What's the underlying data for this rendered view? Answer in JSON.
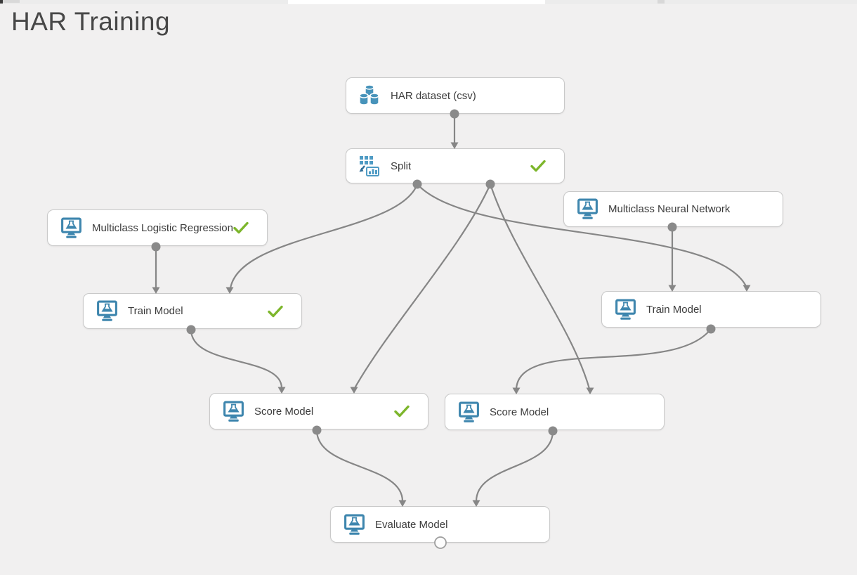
{
  "page": {
    "title": "HAR Training"
  },
  "colors": {
    "canvas_bg": "#f1f0f0",
    "node_bg": "#ffffff",
    "node_border": "#c9c9c9",
    "icon_blue": "#3e86ae",
    "icon_light_blue": "#4f9bc4",
    "check_green": "#7db62c",
    "edge_gray": "#868686"
  },
  "canvas": {
    "nodes": [
      {
        "id": "har-dataset",
        "label": "HAR dataset (csv)",
        "icon": "dataset-icon",
        "completed": false
      },
      {
        "id": "split",
        "label": "Split",
        "icon": "split-icon",
        "completed": true
      },
      {
        "id": "multiclass-logistic-regression",
        "label": "Multiclass Logistic Regression",
        "icon": "experiment-icon",
        "completed": true
      },
      {
        "id": "multiclass-neural-network",
        "label": "Multiclass Neural Network",
        "icon": "experiment-icon",
        "completed": false
      },
      {
        "id": "train-model-left",
        "label": "Train Model",
        "icon": "experiment-icon",
        "completed": true
      },
      {
        "id": "train-model-right",
        "label": "Train Model",
        "icon": "experiment-icon",
        "completed": false
      },
      {
        "id": "score-model-left",
        "label": "Score Model",
        "icon": "experiment-icon",
        "completed": true
      },
      {
        "id": "score-model-right",
        "label": "Score Model",
        "icon": "experiment-icon",
        "completed": false
      },
      {
        "id": "evaluate-model",
        "label": "Evaluate Model",
        "icon": "experiment-icon",
        "completed": false
      }
    ],
    "edges": [
      {
        "from": "har-dataset.output",
        "to": "split.input"
      },
      {
        "from": "split.output1",
        "to": "train-model-left.input2"
      },
      {
        "from": "split.output1",
        "to": "train-model-right.input2"
      },
      {
        "from": "split.output2",
        "to": "score-model-left.input2"
      },
      {
        "from": "split.output2",
        "to": "score-model-right.input2"
      },
      {
        "from": "multiclass-logistic-regression.output",
        "to": "train-model-left.input1"
      },
      {
        "from": "multiclass-neural-network.output",
        "to": "train-model-right.input1"
      },
      {
        "from": "train-model-left.output",
        "to": "score-model-left.input1"
      },
      {
        "from": "train-model-right.output",
        "to": "score-model-right.input1"
      },
      {
        "from": "score-model-left.output",
        "to": "evaluate-model.input1"
      },
      {
        "from": "score-model-right.output",
        "to": "evaluate-model.input2"
      }
    ]
  }
}
